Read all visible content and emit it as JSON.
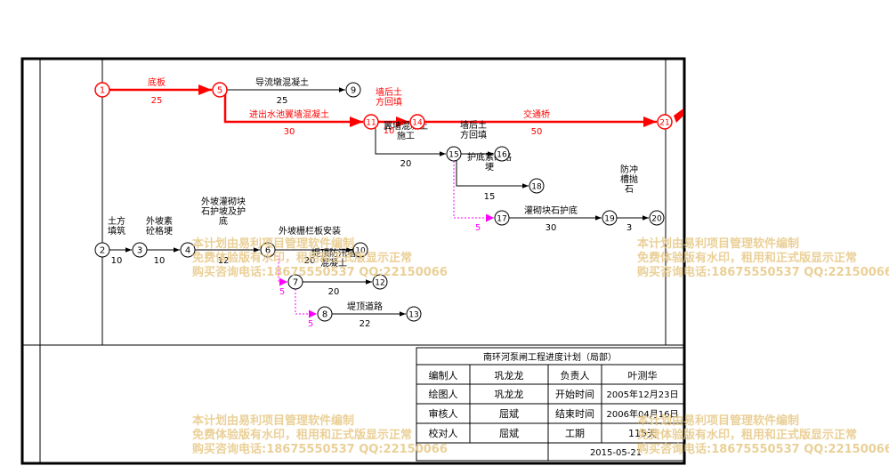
{
  "project": {
    "title": "南环河泵闸工程进度计划（局部）",
    "fields": [
      {
        "label": "编制人",
        "value": "巩龙龙",
        "label2": "负责人",
        "value2": "叶测华"
      },
      {
        "label": "绘图人",
        "value": "巩龙龙",
        "label2": "开始时间",
        "value2": "2005年12月23日"
      },
      {
        "label": "审核人",
        "value": "屈斌",
        "label2": "结束时间",
        "value2": "2006年04月16日"
      },
      {
        "label": "校对人",
        "value": "屈斌",
        "label2": "工期",
        "value2": "115天"
      }
    ],
    "date": "2015-05-21"
  },
  "watermark": {
    "line1": "本计划由易利项目管理软件编制",
    "line2": "免费体验版有水印，租用和正式版显示正常",
    "line3": "购买咨询电话:18675550537 QQ:22150066"
  },
  "nodes": [
    {
      "id": "1",
      "critical": true
    },
    {
      "id": "5",
      "critical": true
    },
    {
      "id": "9",
      "critical": false
    },
    {
      "id": "11",
      "critical": true
    },
    {
      "id": "14",
      "critical": true
    },
    {
      "id": "21",
      "critical": true
    },
    {
      "id": "15",
      "critical": false
    },
    {
      "id": "16",
      "critical": false
    },
    {
      "id": "18",
      "critical": false
    },
    {
      "id": "17",
      "critical": false
    },
    {
      "id": "19",
      "critical": false
    },
    {
      "id": "20",
      "critical": false
    },
    {
      "id": "2",
      "critical": false
    },
    {
      "id": "3",
      "critical": false
    },
    {
      "id": "4",
      "critical": false
    },
    {
      "id": "6",
      "critical": false
    },
    {
      "id": "10",
      "critical": false
    },
    {
      "id": "7",
      "critical": false
    },
    {
      "id": "12",
      "critical": false
    },
    {
      "id": "8",
      "critical": false
    },
    {
      "id": "13",
      "critical": false
    }
  ],
  "activities": [
    {
      "from": "1",
      "to": "5",
      "name": "底板",
      "duration": "25",
      "critical": true
    },
    {
      "from": "5",
      "to": "9",
      "name": "导流墩混凝土",
      "duration": "25",
      "critical": false
    },
    {
      "from": "5",
      "to": "11",
      "name": "进出水池翼墙混凝土",
      "duration": "30",
      "critical": true
    },
    {
      "from": "11",
      "to": "14",
      "name": "墙后土方回填",
      "duration": "10",
      "critical": true
    },
    {
      "from": "14",
      "to": "21",
      "name": "交通桥",
      "duration": "50",
      "critical": true
    },
    {
      "from": "11",
      "to": "15",
      "name": "翼墙混凝土施工",
      "duration": "20",
      "critical": false
    },
    {
      "from": "15",
      "to": "16",
      "name": "墙后土方回填",
      "duration": "",
      "critical": false
    },
    {
      "from": "15",
      "to": "18",
      "name": "护底素砼格埂",
      "duration": "15",
      "critical": false
    },
    {
      "from": "15",
      "to": "17",
      "name": "",
      "duration": "5",
      "critical": false,
      "dummy": true
    },
    {
      "from": "17",
      "to": "19",
      "name": "灌砌块石护底",
      "duration": "30",
      "critical": false
    },
    {
      "from": "19",
      "to": "20",
      "name": "防冲槽抛石",
      "duration": "3",
      "critical": false
    },
    {
      "from": "2",
      "to": "3",
      "name": "土方填筑",
      "duration": "10",
      "critical": false
    },
    {
      "from": "3",
      "to": "4",
      "name": "外坡素砼格埂",
      "duration": "10",
      "critical": false
    },
    {
      "from": "4",
      "to": "6",
      "name": "外坡灌砌块石护坡及护底",
      "duration": "12",
      "critical": false
    },
    {
      "from": "6",
      "to": "10",
      "name": "外坡栅栏板安装",
      "duration": "20",
      "critical": false
    },
    {
      "from": "6",
      "to": "7",
      "name": "",
      "duration": "5",
      "critical": false,
      "dummy": true
    },
    {
      "from": "7",
      "to": "12",
      "name": "堤顶防汛墙混凝土",
      "duration": "20",
      "critical": false
    },
    {
      "from": "7",
      "to": "8",
      "name": "",
      "duration": "5",
      "critical": false,
      "dummy": true
    },
    {
      "from": "8",
      "to": "13",
      "name": "堤顶道路",
      "duration": "22",
      "critical": false
    }
  ],
  "colors": {
    "critical": "#ff0000",
    "normal": "#000000",
    "dummy": "#ff00ff",
    "watermark": "#e7c886"
  }
}
